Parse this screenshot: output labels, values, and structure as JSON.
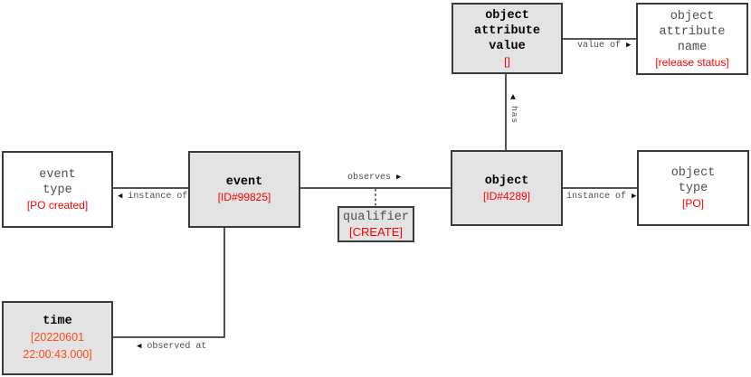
{
  "nodes": {
    "object_attribute_value": {
      "lines": [
        "object",
        "attribute",
        "value"
      ],
      "value": "[]"
    },
    "object_attribute_name": {
      "lines": [
        "object",
        "attribute",
        "name"
      ],
      "value": "[release status]"
    },
    "event_type": {
      "lines": [
        "event",
        "type"
      ],
      "value": "[PO created]"
    },
    "event": {
      "lines": [
        "event"
      ],
      "value": "[ID#99825]"
    },
    "object": {
      "lines": [
        "object"
      ],
      "value": "[ID#4289]"
    },
    "object_type": {
      "lines": [
        "object",
        "type"
      ],
      "value": "[PO]"
    },
    "qualifier": {
      "lines": [
        "qualifier"
      ],
      "value": "[CREATE]"
    },
    "time": {
      "lines": [
        "time"
      ],
      "value": "[20220601 22:00:43.000]"
    }
  },
  "edges": {
    "value_of": {
      "label": "value of ",
      "arrow": "▶"
    },
    "has": {
      "label": "has",
      "arrow": "▲"
    },
    "event_instance_of": {
      "label": " instance of",
      "arrow": "◀"
    },
    "observes": {
      "label": "observes ",
      "arrow": "▶"
    },
    "object_instance_of": {
      "label": "instance of ",
      "arrow": "▶"
    },
    "observed_at": {
      "label": " observed at",
      "arrow": "◀"
    }
  },
  "colors": {
    "instance_fill": "#e3e3e3",
    "type_fill": "#ffffff",
    "node_border": "#3a3a3a",
    "value_red": "#ff0000",
    "time_value_red": "#ff4a1a",
    "label_gray": "#4d4d4d",
    "line_black": "#1a1a1a"
  }
}
